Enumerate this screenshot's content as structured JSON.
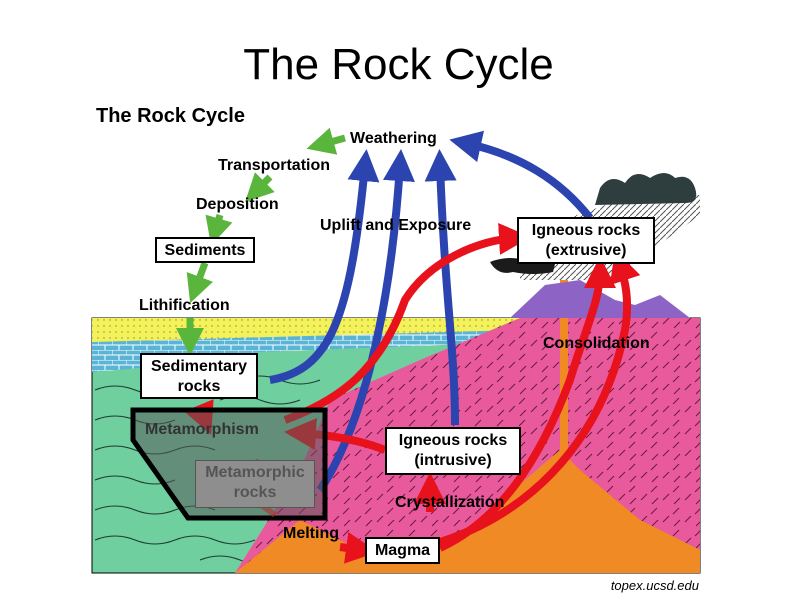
{
  "slide_title": "The Rock Cycle",
  "diagram_title": "The Rock Cycle",
  "labels": {
    "weathering": "Weathering",
    "transportation": "Transportation",
    "deposition": "Deposition",
    "uplift": "Uplift and Exposure",
    "lithification": "Lithification",
    "consolidation": "Consolidation",
    "metamorphism": "Metamorphism",
    "crystallization": "Crystallization",
    "melting": "Melting"
  },
  "boxes": {
    "sediments": "Sediments",
    "sedimentary_1": "Sedimentary",
    "sedimentary_2": "rocks",
    "igneous_ext_1": "Igneous rocks",
    "igneous_ext_2": "(extrusive)",
    "igneous_int_1": "Igneous rocks",
    "igneous_int_2": "(intrusive)",
    "metamorphic_1": "Metamorphic",
    "metamorphic_2": "rocks",
    "magma": "Magma"
  },
  "credit": "topex.ucsd.edu",
  "colors": {
    "sedimentary_layer": "#f4f25a",
    "limestone_layer": "#5ab4d6",
    "metamorphic_layer": "#6fcf9f",
    "igneous_layer": "#e85a9b",
    "magma_layer": "#f08a24",
    "volcano": "#8e63c6",
    "arrow_blue": "#2c44b0",
    "arrow_red": "#e8121c",
    "arrow_green": "#5ab53c"
  }
}
